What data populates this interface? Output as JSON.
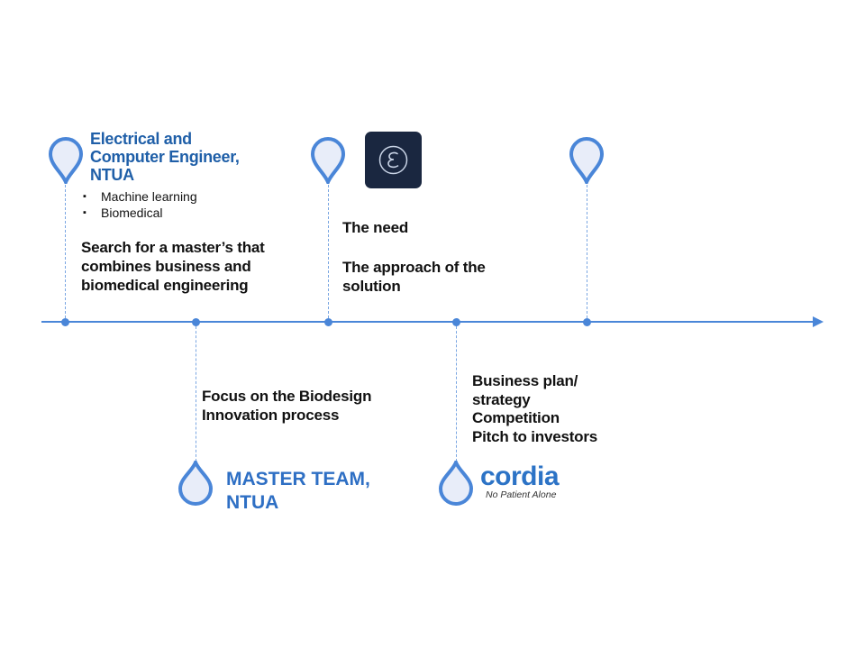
{
  "colors": {
    "accent": "#4a86d8",
    "heading": "#1f5fa8",
    "pin_fill": "#e8edf9",
    "app_icon_bg": "#1a2740"
  },
  "milestone_1": {
    "title_lines": [
      "Electrical and",
      "Computer Engineer,",
      "NTUA"
    ],
    "bullets": [
      "Machine learning",
      "Biomedical"
    ],
    "text_lines": [
      "Search for a master’s that",
      "combines business and",
      "biomedical engineering"
    ]
  },
  "milestone_2": {
    "text_lines": [
      "Focus on the Biodesign",
      "Innovation process"
    ],
    "logo_lines": [
      "MASTER TEAM,",
      "NTUA"
    ]
  },
  "milestone_3": {
    "icon": "epsilon-app-icon",
    "need": "The need",
    "approach_lines": [
      "The approach of the",
      "solution"
    ]
  },
  "milestone_4": {
    "text_lines": [
      "Business plan/",
      "strategy",
      "Competition",
      "Pitch to investors"
    ],
    "brand": "cordia",
    "tagline": "No Patient Alone"
  },
  "milestone_5": {
    "icon": "location-pin-icon"
  }
}
